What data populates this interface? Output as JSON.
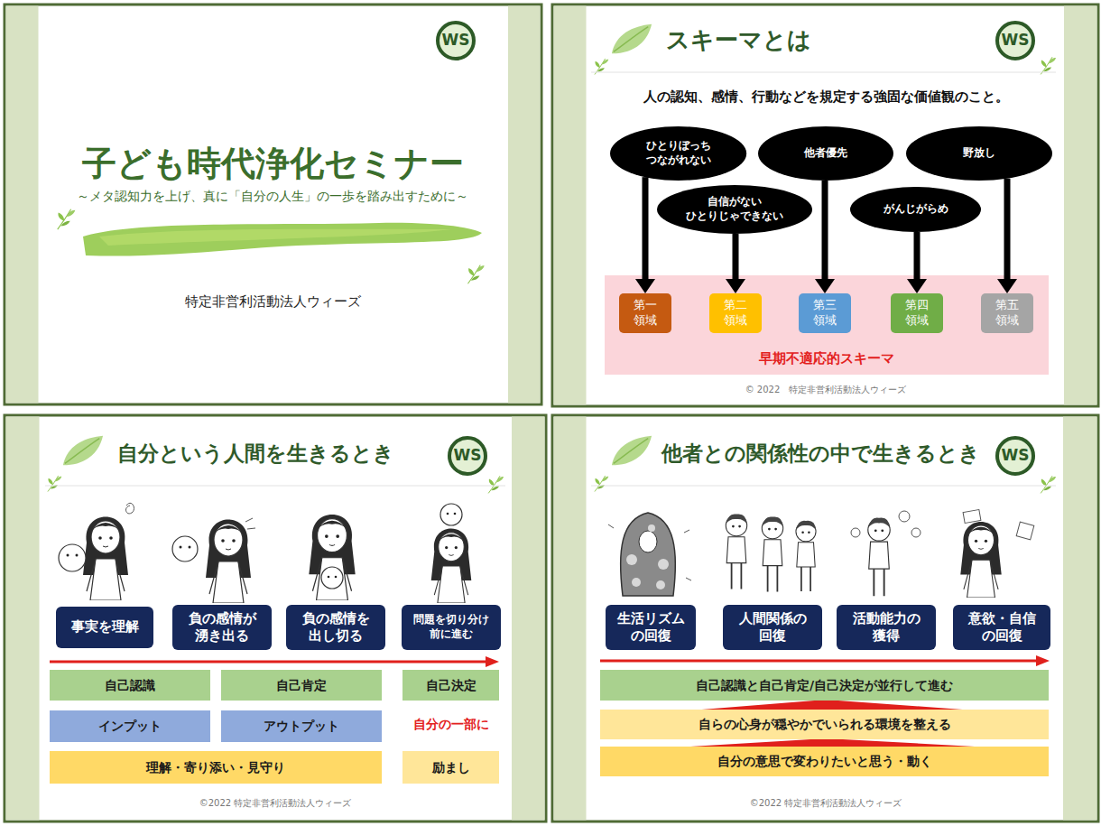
{
  "diagram": {
    "nodes": [
      {
        "text": [
          "ひとりぼっち つながれない"
        ]
      },
      {
        "text": [
          "自信がない ひとりじゃできない"
        ]
      },
      {
        "text": [
          "他者優先"
        ]
      },
      {
        "text": [
          "がんじがらめ"
        ]
      },
      {
        "text": [
          "野放し"
        ]
      },
      {
        "text": [
          "早期不適応的スキーマ"
        ]
      },
      {
        "text": [
          "第一 領域"
        ],
        "in": 5
      },
      {
        "text": [
          "第二 領域"
        ],
        "in": 5
      },
      {
        "text": [
          "第三 領域"
        ],
        "in": 5
      },
      {
        "text": [
          "第四 領域"
        ],
        "in": 5
      },
      {
        "text": [
          "第五 領域"
        ],
        "in": 5
      },
      {
        "text": [
          "事実を理解"
        ]
      },
      {
        "text": [
          "負の感情が 湧き出る"
        ]
      },
      {
        "text": [
          "負の感情を 出し切る"
        ]
      },
      {
        "text": [
          "問題を切り分け 前に進む"
        ]
      },
      {
        "text": [
          "自己認識"
        ]
      },
      {
        "text": [
          "自己肯定"
        ]
      },
      {
        "text": [
          "自己決定"
        ]
      },
      {
        "text": [
          "インプット"
        ]
      },
      {
        "text": [
          "アウトプット"
        ]
      },
      {
        "text": [
          "理解・寄り添い・見守り"
        ]
      },
      {
        "text": [
          "励まし"
        ]
      },
      {
        "text": [
          "生活リズム の回復"
        ]
      },
      {
        "text": [
          "人間関係の 回復"
        ]
      },
      {
        "text": [
          "活動能力の 獲得"
        ]
      },
      {
        "text": [
          "意欲・自信 の回復"
        ]
      },
      {
        "text": [
          "自己認識と自己肯定/自己決定が並行して進む"
        ]
      },
      {
        "text": [
          "自らの心身が穏やかでいられる環境を整える"
        ]
      },
      {
        "text": [
          "自分の意思で変わりたいと思う・動く"
        ]
      }
    ],
    "edges": [
      {
        "from": 0,
        "to": 6,
        "arrow": "to"
      },
      {
        "from": 1,
        "to": 7,
        "arrow": "to"
      },
      {
        "from": 2,
        "to": 8,
        "arrow": "to"
      },
      {
        "from": 3,
        "to": 9,
        "arrow": "to"
      },
      {
        "from": 4,
        "to": 10,
        "arrow": "to"
      }
    ],
    "labels": [
      "子ども時代浄化セミナー",
      "～メタ認知力を上げ、真に「自分の人生」の一歩を踏み出すために～",
      "特定非営利活動法人ウィーズ",
      "WS",
      "スキーマとは",
      "人の認知、感情、行動などを規定する強固な価値観のこと。",
      "© 2022　特定非営利活動法人ウィーズ",
      "WS",
      "自分という人間を生きるとき",
      "自分の一部に",
      "©2022 特定非営利活動法人ウィーズ",
      "WS",
      "他者との関係性の中で生きるとき",
      "©2022 特定非営利活動法人ウィーズ",
      "WS"
    ]
  }
}
